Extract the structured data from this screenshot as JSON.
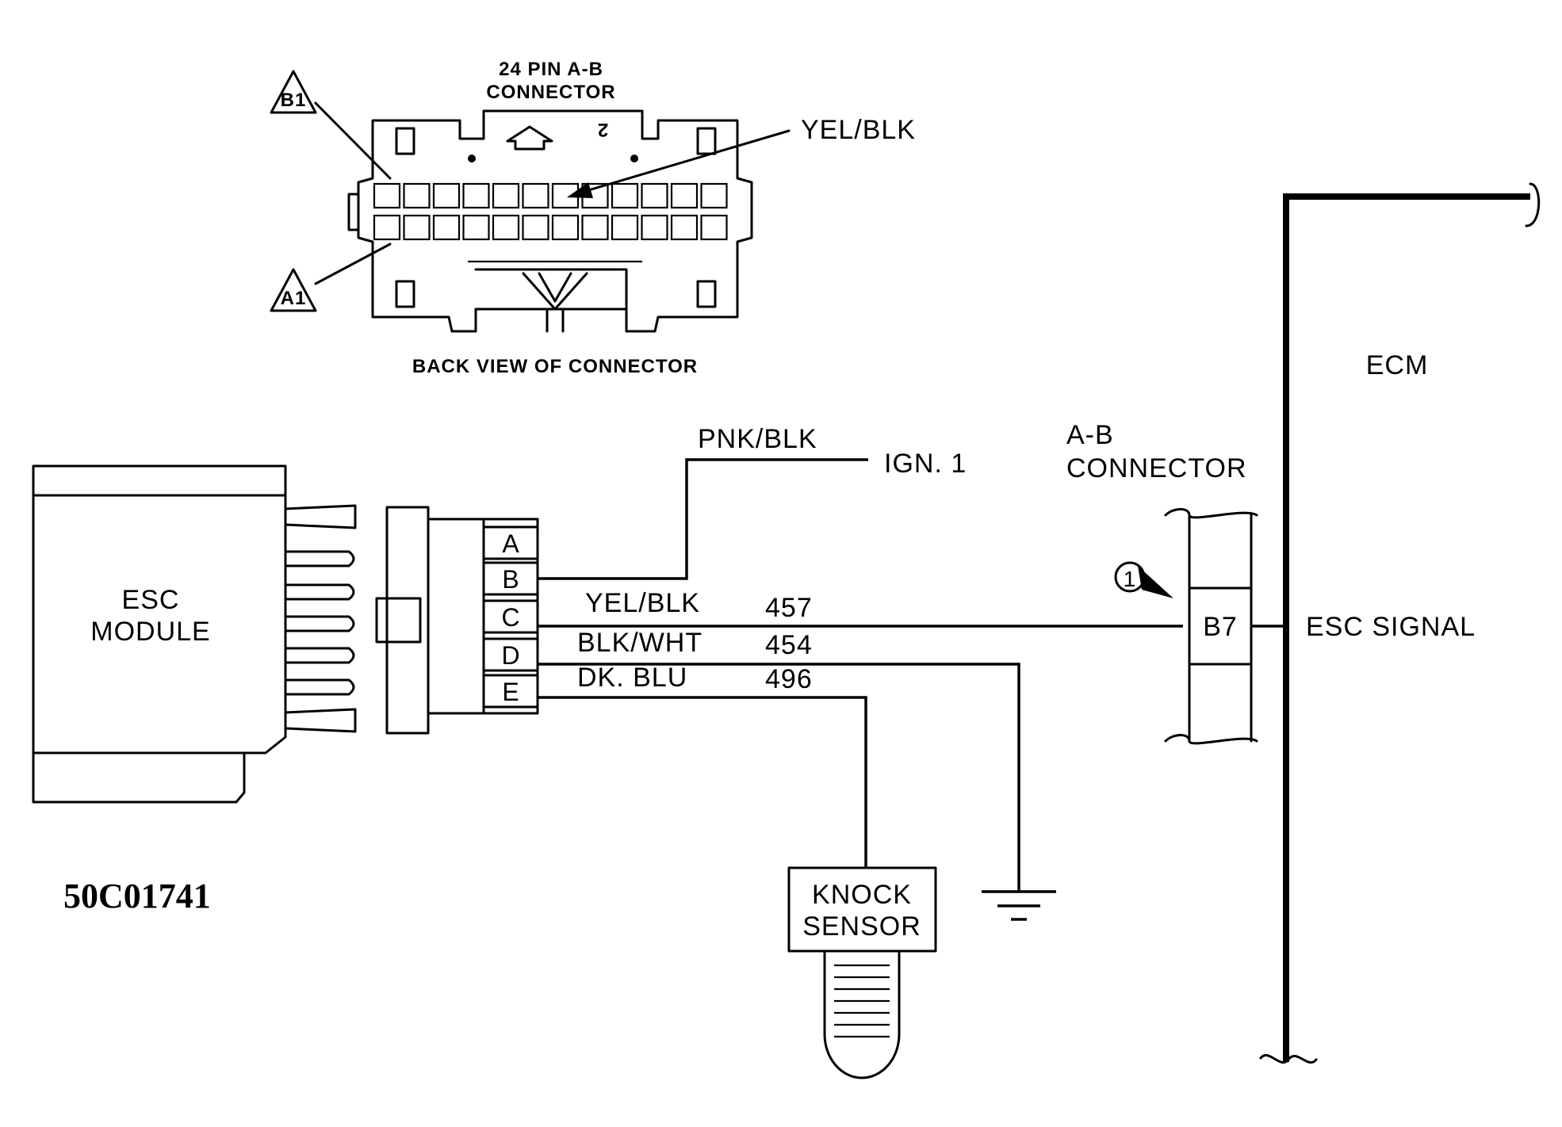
{
  "connector_view": {
    "title_line1": "24 PIN A-B",
    "title_line2": "CONNECTOR",
    "caption": "BACK VIEW OF CONNECTOR",
    "pin_b1": "B1",
    "pin_a1": "A1",
    "wire_callout": "YEL/BLK",
    "cover_mark": "2"
  },
  "esc_module": {
    "line1": "ESC",
    "line2": "MODULE",
    "pins": [
      "A",
      "B",
      "C",
      "D",
      "E"
    ]
  },
  "wires": {
    "ign_color": "PNK/BLK",
    "ign_dest": "IGN. 1",
    "c_color": "YEL/BLK",
    "c_circuit": "457",
    "d_color": "BLK/WHT",
    "d_circuit": "454",
    "e_color": "DK. BLU",
    "e_circuit": "496"
  },
  "ab_connector": {
    "line1": "A-B",
    "line2": "CONNECTOR",
    "pin": "B7",
    "note_number": "1"
  },
  "ecm": {
    "label": "ECM",
    "signal": "ESC SIGNAL"
  },
  "knock_sensor": {
    "line1": "KNOCK",
    "line2": "SENSOR"
  },
  "figure_code": "50C01741"
}
